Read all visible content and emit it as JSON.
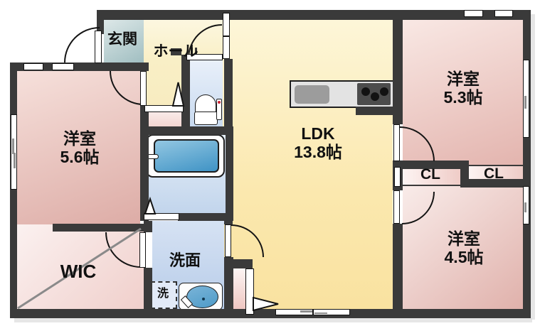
{
  "title": "floor-plan",
  "rooms": {
    "genkan": {
      "label": "玄関"
    },
    "hall": {
      "label": "ホール"
    },
    "room56": {
      "label": "洋室",
      "area": "5.6帖"
    },
    "ldk": {
      "label": "LDK",
      "area": "13.8帖"
    },
    "room53": {
      "label": "洋室",
      "area": "5.3帖"
    },
    "room45": {
      "label": "洋室",
      "area": "4.5帖"
    },
    "wic": {
      "label": "WIC"
    },
    "washroom": {
      "label": "洗面"
    },
    "cl_left": {
      "label": "CL"
    },
    "cl_right": {
      "label": "CL"
    },
    "washer": {
      "label": "洗"
    }
  },
  "colors": {
    "wall": "#3a3a3a",
    "genkan_teal": "#a3bfc1",
    "hall_cream": "#faf2d2",
    "ldk_cream": "#fae4a6",
    "room_pink": "#e2b2ac",
    "wic_pink": "#f2d3cf",
    "water_blue": "#c6d8ef",
    "tub_blue": "#4a97c6",
    "outline": "#141414"
  }
}
